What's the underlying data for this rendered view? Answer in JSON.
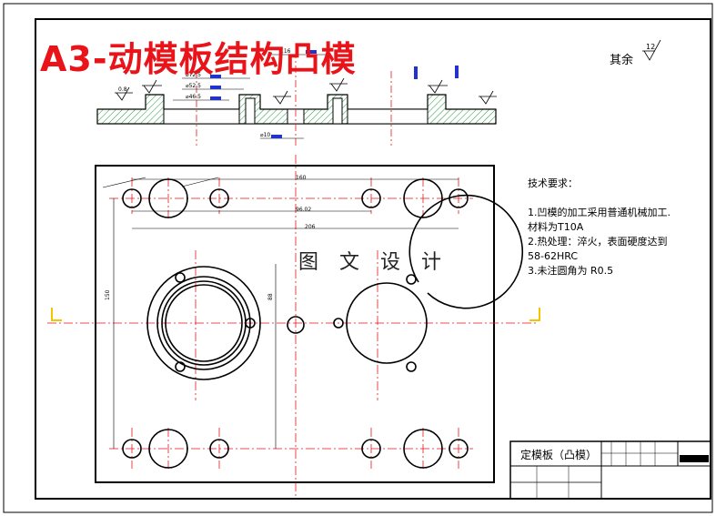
{
  "title": "A3-动模板结构凸模",
  "surface_symbol": {
    "label": "其余",
    "value": "12"
  },
  "watermark": "图 文 设 计",
  "notes": {
    "heading": "技术要求：",
    "lines": [
      "1.凹模的加工采用普通机械加工.",
      "材料为T10A",
      "2.热处理：淬火，表面硬度达到",
      "58-62HRC",
      "3.未注圆角为  R0.5"
    ]
  },
  "title_block": {
    "name": "定模板（凸模）"
  },
  "dimensions": {
    "top_width": "116",
    "phi1": "⌀72.5",
    "phi2": "⌀52.5",
    "phi3": "⌀46.5",
    "phi_bottom": "⌀10",
    "d160": "160",
    "d96": "96.02",
    "d206": "206",
    "d150": "150",
    "d88": "88",
    "roughness": "0.8"
  },
  "colors": {
    "title": "#e8141a",
    "center_line": "#e8141a",
    "hatch": "#1e9b3a",
    "marker": "#f5c400",
    "dim_blue": "#2233cc"
  }
}
